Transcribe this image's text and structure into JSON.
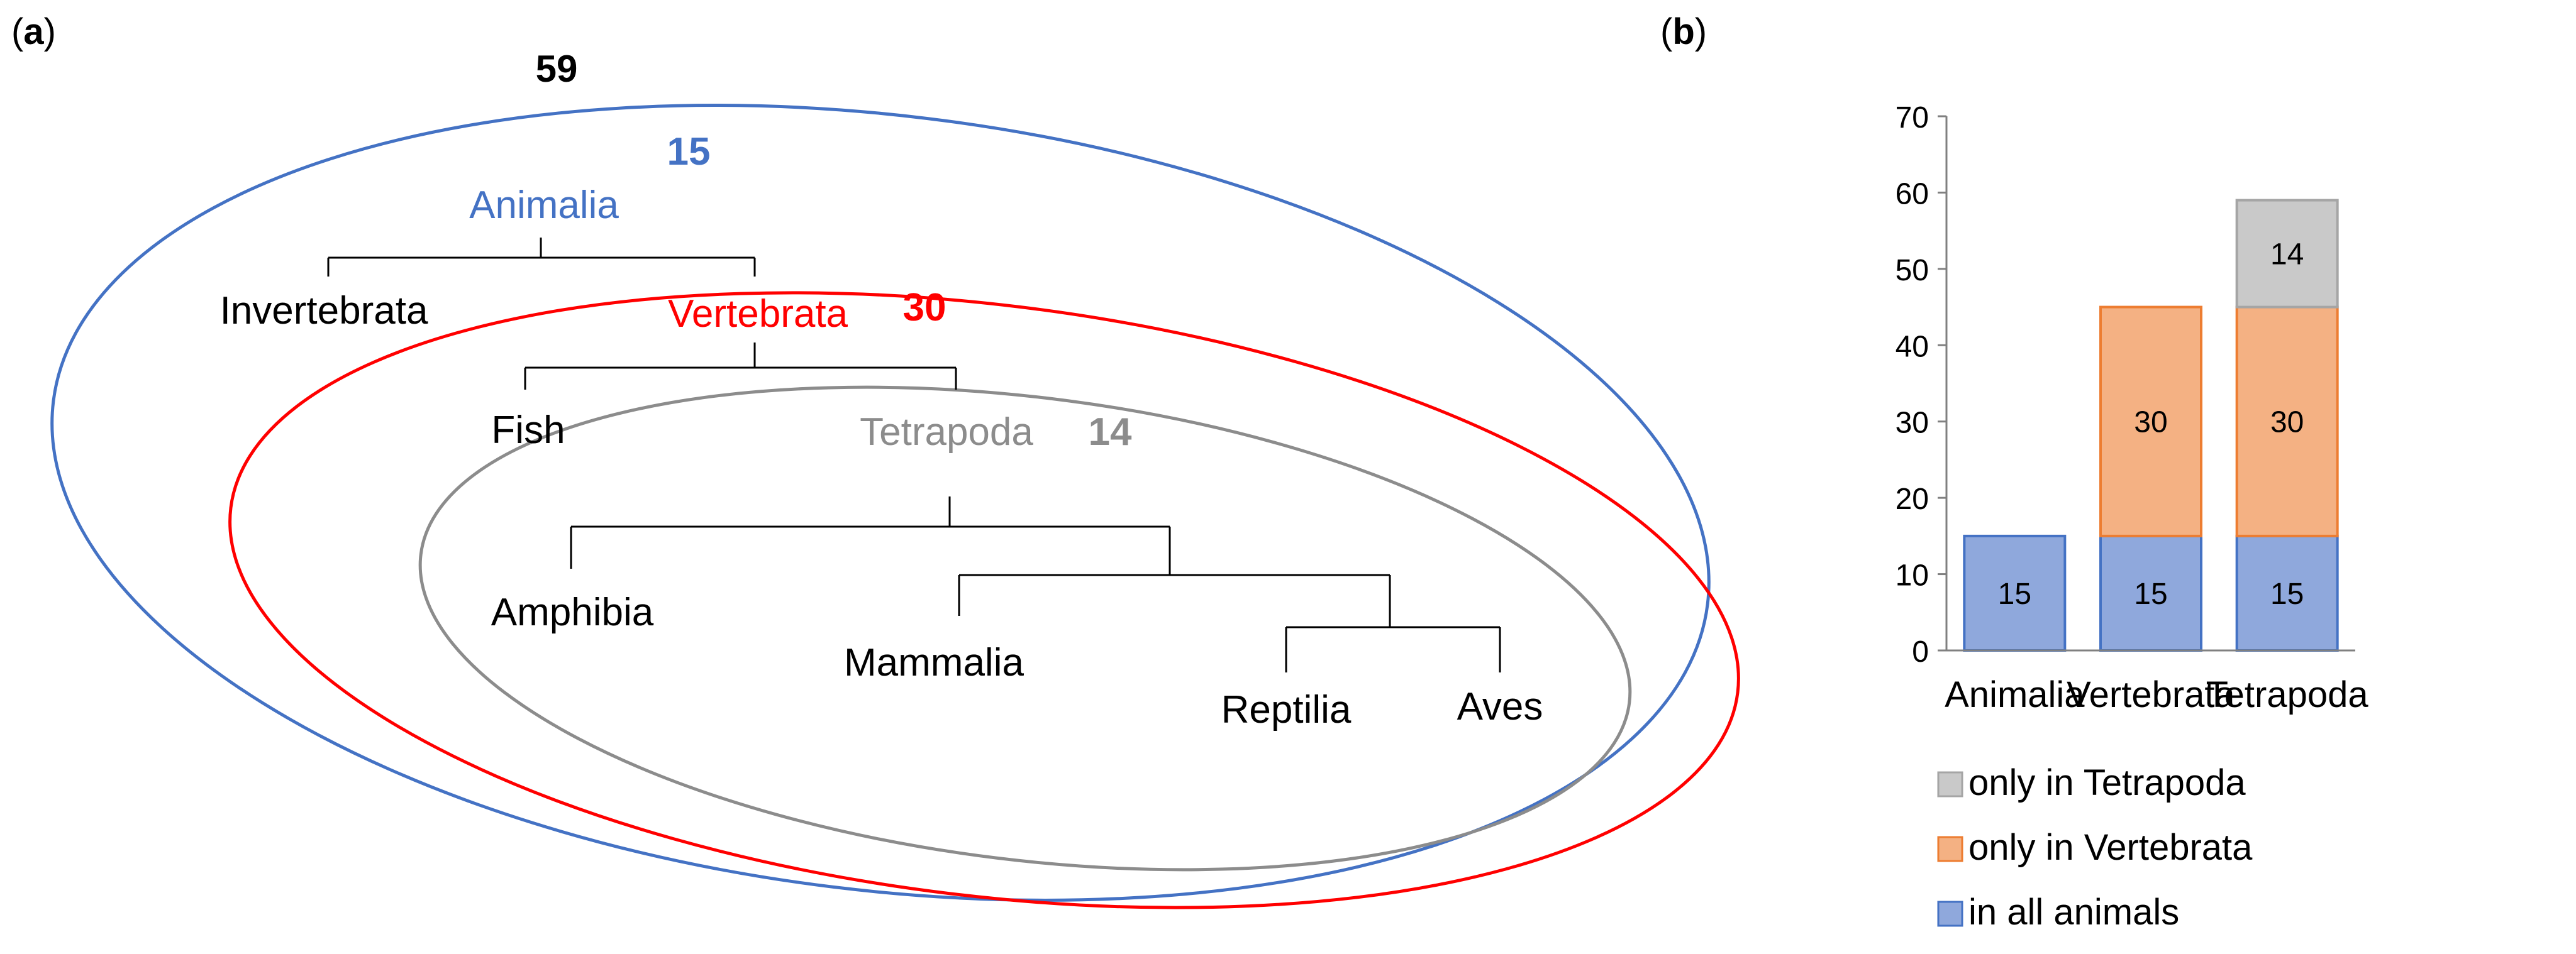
{
  "panel_a": {
    "label_open": "(",
    "label_letter": "a",
    "label_close": ")",
    "total_count": "59",
    "clades": [
      {
        "name": "Animalia",
        "count": "15",
        "color": "#4472C4"
      },
      {
        "name": "Vertebrata",
        "count": "30",
        "color": "#FF0000"
      },
      {
        "name": "Tetrapoda",
        "count": "14",
        "color": "#8C8C8C"
      }
    ],
    "taxa": {
      "invertebrata": "Invertebrata",
      "fish": "Fish",
      "amphibia": "Amphibia",
      "mammalia": "Mammalia",
      "reptilia": "Reptilia",
      "aves": "Aves"
    },
    "colors": {
      "animalia": "#4472C4",
      "vertebrata": "#FF0000",
      "tetrapoda": "#8C8C8C",
      "text": "#000000",
      "tree": "#000000"
    }
  },
  "panel_b": {
    "label_open": "(",
    "label_letter": "b",
    "label_close": ")"
  },
  "chart_data": {
    "type": "bar",
    "stacked": true,
    "categories": [
      "Animalia",
      "Vertebrata",
      "Tetrapoda"
    ],
    "series": [
      {
        "name": "in all animals",
        "values": [
          15,
          15,
          15
        ],
        "labels": [
          "15",
          "15",
          "15"
        ],
        "fill": "#8FA8DC",
        "stroke": "#4472C4"
      },
      {
        "name": "only in Vertebrata",
        "values": [
          0,
          30,
          30
        ],
        "labels": [
          "",
          "30",
          "30"
        ],
        "fill": "#F4B183",
        "stroke": "#ED7D31"
      },
      {
        "name": "only in Tetrapoda",
        "values": [
          0,
          0,
          14
        ],
        "labels": [
          "",
          "",
          "14"
        ],
        "fill": "#C9C9C9",
        "stroke": "#A5A5A5"
      }
    ],
    "ylim": [
      0,
      70
    ],
    "yticks": [
      0,
      10,
      20,
      30,
      40,
      50,
      60,
      70
    ],
    "ytick_labels": [
      "0",
      "10",
      "20",
      "30",
      "40",
      "50",
      "60",
      "70"
    ],
    "grid": false,
    "legend": {
      "placement": "bottom",
      "order": [
        "only in Tetrapoda",
        "only in Vertebrata",
        "in all animals"
      ]
    },
    "title": "",
    "xlabel": "",
    "ylabel": ""
  }
}
